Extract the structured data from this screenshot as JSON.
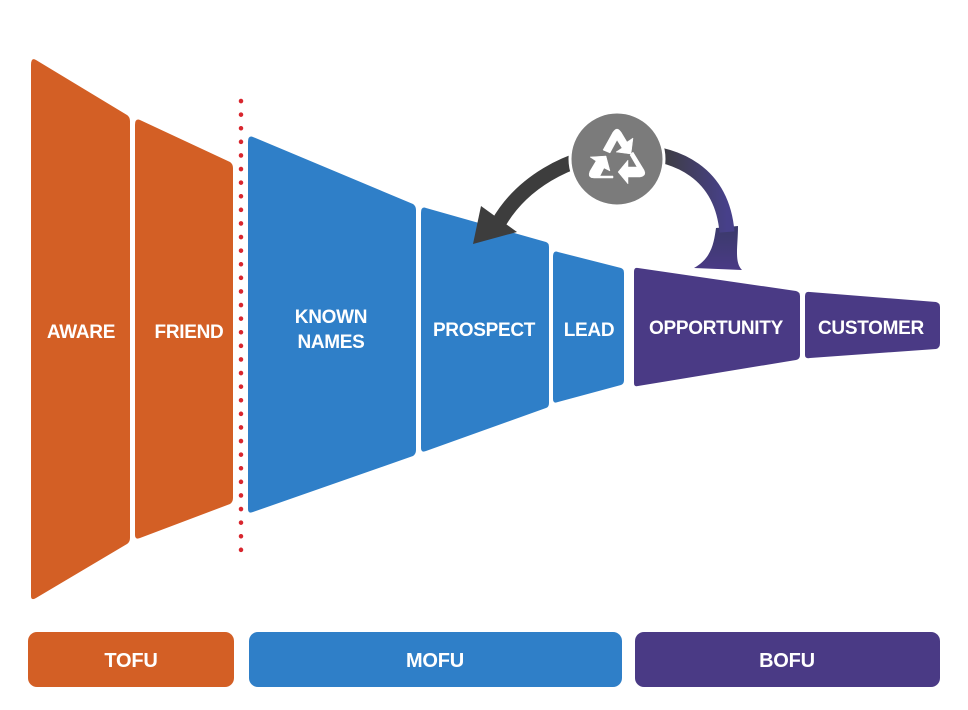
{
  "stages": [
    {
      "id": "aware",
      "label": "AWARE",
      "group": "tofu"
    },
    {
      "id": "friend",
      "label": "FRIEND",
      "group": "tofu"
    },
    {
      "id": "known-names",
      "label_line1": "KNOWN",
      "label_line2": "NAMES",
      "group": "mofu"
    },
    {
      "id": "prospect",
      "label": "PROSPECT",
      "group": "mofu"
    },
    {
      "id": "lead",
      "label": "LEAD",
      "group": "mofu"
    },
    {
      "id": "opportunity",
      "label": "OPPORTUNITY",
      "group": "bofu"
    },
    {
      "id": "customer",
      "label": "CUSTOMER",
      "group": "bofu"
    }
  ],
  "groups": {
    "tofu": {
      "label": "TOFU",
      "color": "#d35f25"
    },
    "mofu": {
      "label": "MOFU",
      "color": "#2f7fc8"
    },
    "bofu": {
      "label": "BOFU",
      "color": "#4a3a85"
    }
  },
  "recycle": {
    "icon": "recycle-icon",
    "icon_bg_color": "#7b7b7b",
    "arrow_color": "#3d3d3d",
    "arrow_tail_color": "#47408a"
  },
  "divider": {
    "style": "dotted",
    "color": "#d8262e"
  }
}
